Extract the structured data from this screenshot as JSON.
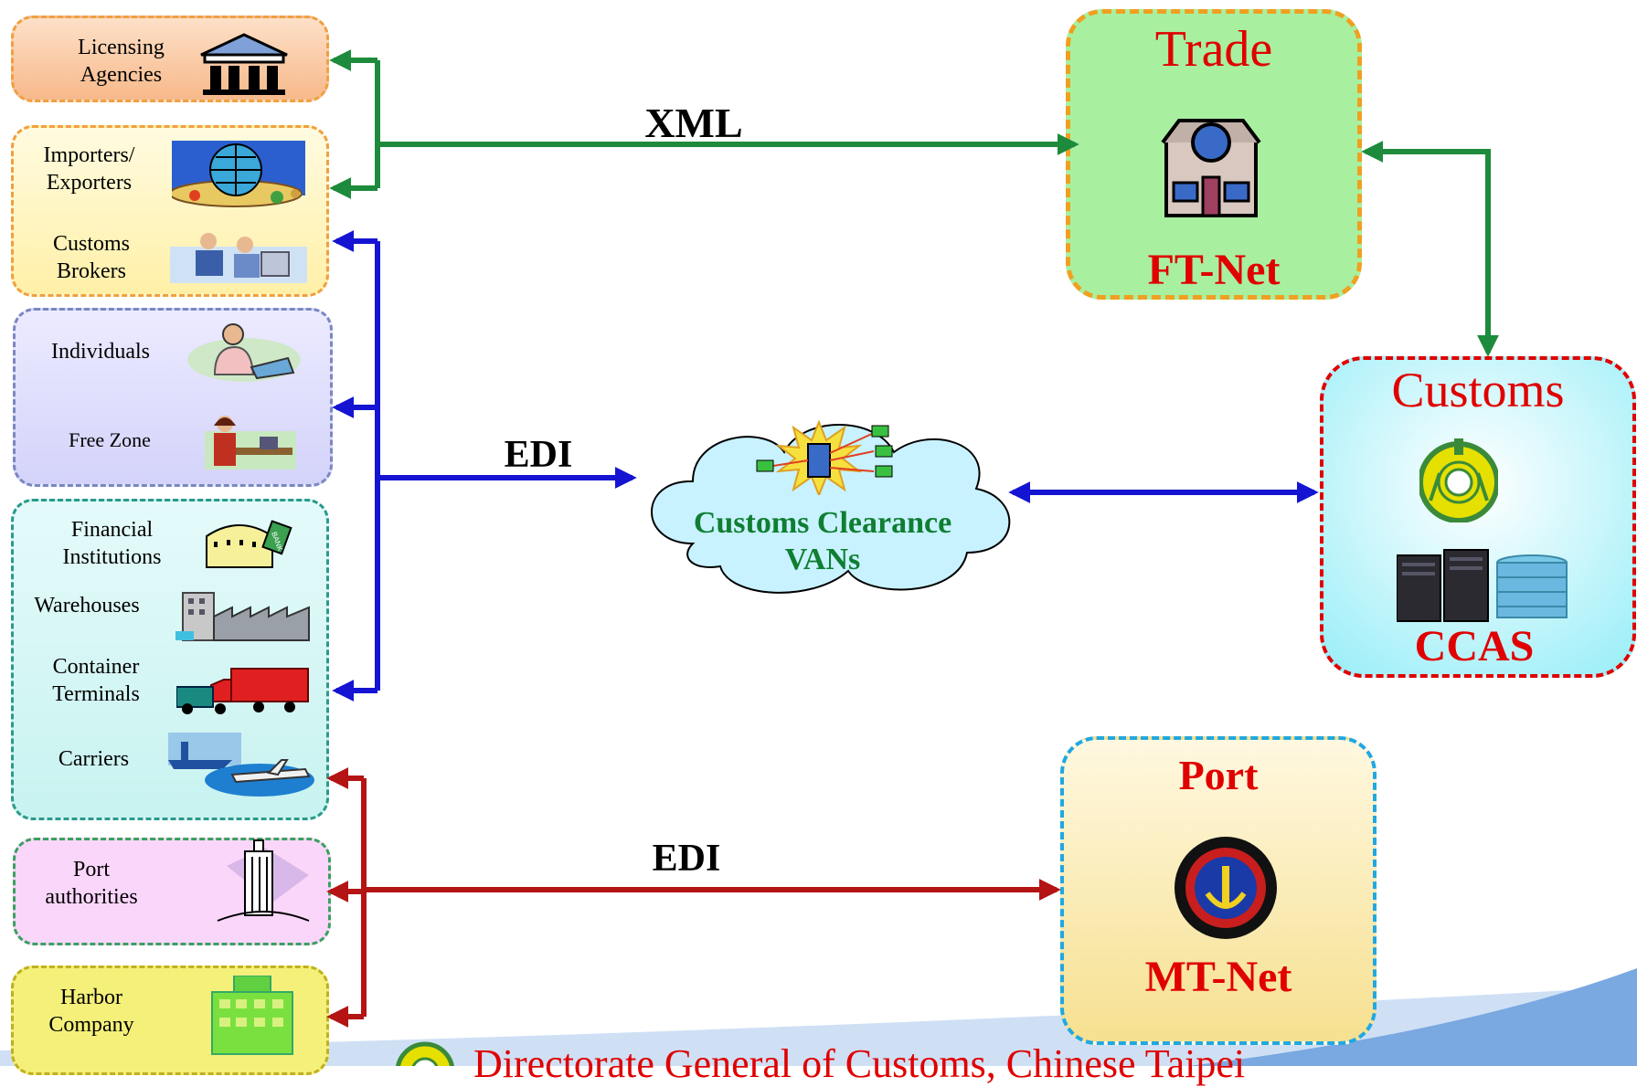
{
  "colors": {
    "green": "#1E8B3C",
    "blue": "#1414D2",
    "red": "#B41414",
    "title_red": "#E00000",
    "van_green": "#0F7E32"
  },
  "left": {
    "licensing": "Licensing\nAgencies",
    "importers": "Importers/\nExporters",
    "brokers": "Customs\nBrokers",
    "individuals": "Individuals",
    "free_zone": "Free Zone",
    "financial": "Financial\nInstitutions",
    "warehouses": "Warehouses",
    "container": "Container\nTerminals",
    "carriers": "Carriers",
    "port_auth": "Port\nauthorities",
    "harbor": "Harbor\nCompany"
  },
  "links": {
    "xml": "XML",
    "edi_top": "EDI",
    "edi_bottom": "EDI"
  },
  "trade": {
    "title": "Trade",
    "name": "FT-Net"
  },
  "customs": {
    "title": "Customs",
    "name": "CCAS"
  },
  "port": {
    "title": "Port",
    "name": "MT-Net"
  },
  "van": {
    "line1": "Customs Clearance",
    "line2": "VANs"
  },
  "footer": "Directorate General of Customs, Chinese Taipei",
  "icons": [
    "bank-icon",
    "globe-icon",
    "brokers-icon",
    "person-laptop-icon",
    "worker-icon",
    "bank-vault-icon",
    "warehouse-icon",
    "trucks-icon",
    "ship-plane-icon",
    "tower-icon",
    "building-icon",
    "trade-building-icon",
    "customs-emblem-icon",
    "servers-icon",
    "port-emblem-icon",
    "computer-network-icon",
    "footer-logo-icon"
  ]
}
